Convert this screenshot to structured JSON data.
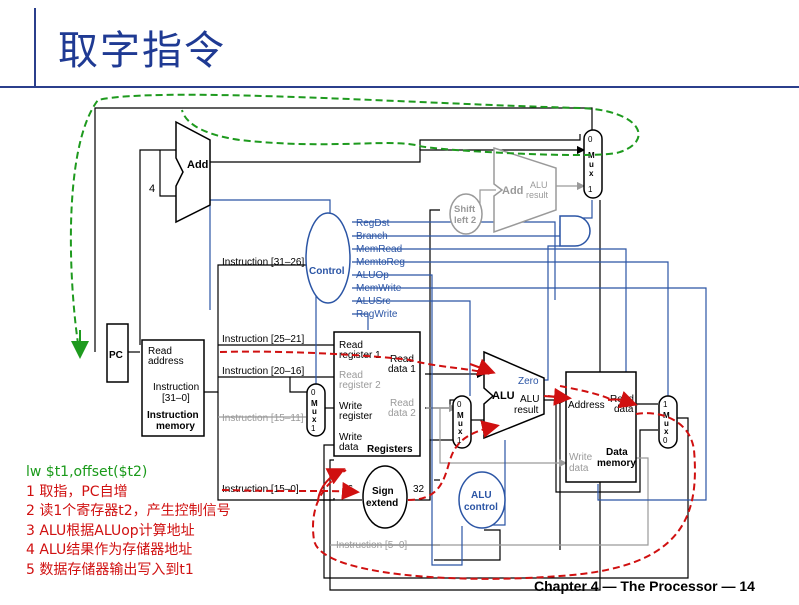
{
  "slide": {
    "title": "取字指令",
    "footer": "Chapter 4 — The Processor — 14"
  },
  "diagram": {
    "add_top": "Add",
    "four": "4",
    "pc": "PC",
    "read_address": [
      "Read",
      "address"
    ],
    "instruction_out": [
      "Instruction",
      "[31–0]"
    ],
    "instruction_memory": [
      "Instruction",
      "memory"
    ],
    "shift_left": [
      "Shift",
      "left 2"
    ],
    "add_alu": [
      "Add",
      "ALU",
      "result"
    ],
    "mux_top": [
      "0",
      "M",
      "u",
      "x",
      "1"
    ],
    "control": "Control",
    "control_signals": [
      "RegDst",
      "Branch",
      "MemRead",
      "MemtoReg",
      "ALUOp",
      "MemWrite",
      "ALUSrc",
      "RegWrite"
    ],
    "instr_fields": [
      "Instruction [31–26]",
      "Instruction [25–21]",
      "Instruction [20–16]",
      "Instruction [15–11]",
      "Instruction [15–0]",
      "Instruction [5–0]"
    ],
    "registers": {
      "read_reg1": [
        "Read",
        "register 1"
      ],
      "read_reg2": [
        "Read",
        "register 2"
      ],
      "write_reg": [
        "Write",
        "register"
      ],
      "write_data": [
        "Write",
        "data"
      ],
      "read_data1": [
        "Read",
        "data 1"
      ],
      "read_data2": [
        "Read",
        "data 2"
      ],
      "name": "Registers"
    },
    "mux_reg": [
      "0",
      "M",
      "u",
      "x",
      "1"
    ],
    "mux_alu": [
      "0",
      "M",
      "u",
      "x",
      "1"
    ],
    "sign_extend": [
      "Sign",
      "extend"
    ],
    "bits_in": "16",
    "bits_out": "32",
    "alu_control": [
      "ALU",
      "control"
    ],
    "alu": {
      "name": "ALU",
      "zero": "Zero",
      "result": [
        "ALU",
        "result"
      ]
    },
    "data_memory": {
      "address": "Address",
      "read_data": [
        "Read",
        "data"
      ],
      "write_data": [
        "Write",
        "data"
      ],
      "name": [
        "Data",
        "memory"
      ]
    },
    "mux_mem": [
      "1",
      "M",
      "u",
      "x",
      "0"
    ]
  },
  "steps": [
    "lw $t1,offset($t2)",
    "1 取指，PC自增",
    "2 读1个寄存器t2，产生控制信号",
    "3 ALU根据ALUop计算地址",
    "4 ALU结果作为存储器地址",
    "5 数据存储器输出写入到t1"
  ],
  "colors": {
    "title": "#1f3a93",
    "control_lines": "#2b55a5",
    "inactive": "#9a9a9a",
    "fetch_path": "#1e9a1e",
    "exec_path": "#d01010"
  }
}
